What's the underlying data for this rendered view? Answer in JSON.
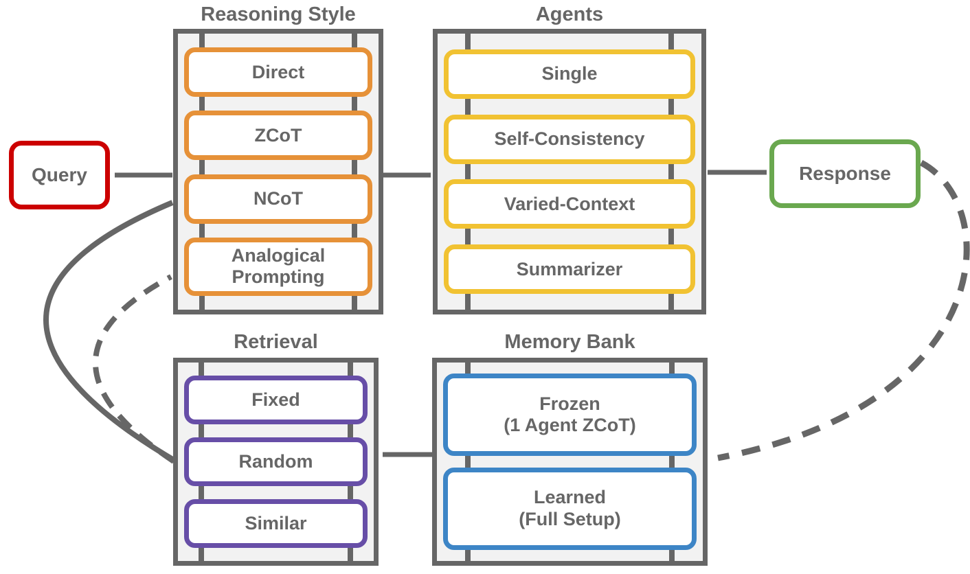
{
  "nodes": {
    "query": "Query",
    "response": "Response"
  },
  "groups": [
    {
      "title": "Reasoning Style",
      "accent": "#E69138",
      "items": [
        {
          "line1": "Direct"
        },
        {
          "line1": "ZCoT"
        },
        {
          "line1": "NCoT"
        },
        {
          "line1": "Analogical",
          "line2": "Prompting"
        }
      ]
    },
    {
      "title": "Agents",
      "accent": "#F1C232",
      "items": [
        {
          "line1": "Single"
        },
        {
          "line1": "Self-Consistency"
        },
        {
          "line1": "Varied-Context"
        },
        {
          "line1": "Summarizer"
        }
      ]
    },
    {
      "title": "Retrieval",
      "accent": "#674EA7",
      "items": [
        {
          "line1": "Fixed"
        },
        {
          "line1": "Random"
        },
        {
          "line1": "Similar"
        }
      ]
    },
    {
      "title": "Memory Bank",
      "accent": "#3D85C6",
      "items": [
        {
          "line1": "Frozen",
          "line2": "(1 Agent ZCoT)"
        },
        {
          "line1": "Learned",
          "line2": "(Full Setup)"
        }
      ]
    }
  ],
  "edges": [
    {
      "from": "Query",
      "to": "Reasoning Style",
      "style": "solid"
    },
    {
      "from": "Reasoning Style",
      "to": "Agents",
      "style": "solid"
    },
    {
      "from": "Agents",
      "to": "Response",
      "style": "solid"
    },
    {
      "from": "Response",
      "to": "Memory Bank",
      "style": "dashed"
    },
    {
      "from": "Memory Bank",
      "to": "Retrieval",
      "style": "solid"
    },
    {
      "from": "Retrieval",
      "to": "Reasoning Style (NCoT)",
      "style": "solid"
    },
    {
      "from": "Retrieval",
      "to": "Reasoning Style (Analogical Prompting)",
      "style": "dashed"
    }
  ],
  "colors": {
    "query_border": "#CC0000",
    "response_border": "#6AA84F",
    "reasoning_accent": "#E69138",
    "agents_accent": "#F1C232",
    "retrieval_accent": "#674EA7",
    "memory_accent": "#3D85C6",
    "arrow": "#666666",
    "container_border": "#666666",
    "container_fill": "#F2F2F2",
    "text": "#666666"
  }
}
